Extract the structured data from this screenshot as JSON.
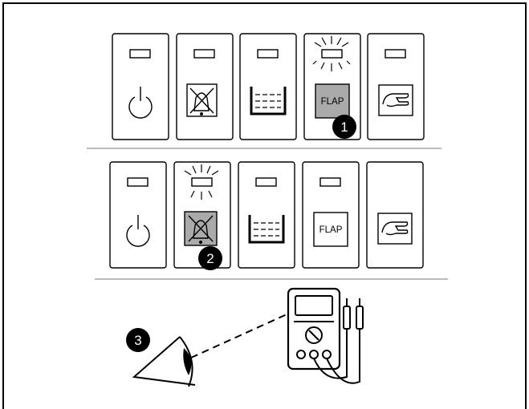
{
  "panels": {
    "top": {
      "buttons": [
        {
          "icon": "power-icon",
          "led": "off"
        },
        {
          "icon": "alarm-off-icon",
          "led": "off"
        },
        {
          "icon": "tank-icon",
          "led": "off"
        },
        {
          "icon": "flap-icon",
          "led": "blinking",
          "label": "FLAP",
          "pressed": true
        },
        {
          "icon": "hand-icon",
          "led": "off"
        }
      ],
      "badge": "1"
    },
    "bottom": {
      "buttons": [
        {
          "icon": "power-icon",
          "led": "off"
        },
        {
          "icon": "alarm-off-icon",
          "led": "blinking",
          "pressed": true
        },
        {
          "icon": "tank-icon",
          "led": "off"
        },
        {
          "icon": "flap-icon",
          "led": "off",
          "label": "FLAP"
        },
        {
          "icon": "hand-icon",
          "led": "none"
        }
      ],
      "badge": "2"
    }
  },
  "inspection": {
    "badge": "3",
    "icons": [
      "eye-icon",
      "multimeter-icon"
    ]
  },
  "colors": {
    "pressed_fill": "#aaaaaa",
    "outline": "#000000",
    "background": "#ffffff"
  }
}
